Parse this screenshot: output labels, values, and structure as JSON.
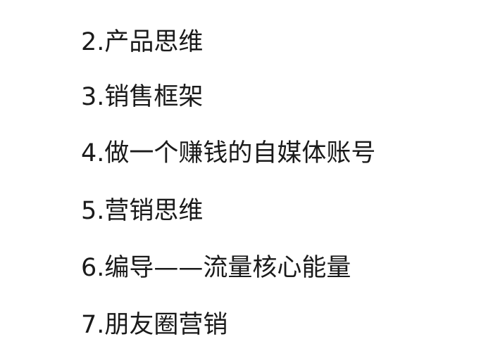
{
  "list": {
    "items": [
      "2.产品思维",
      "3.销售框架",
      "4.做一个赚钱的自媒体账号",
      "5.营销思维",
      "6.编导——流量核心能量",
      "7.朋友圈营销"
    ]
  }
}
